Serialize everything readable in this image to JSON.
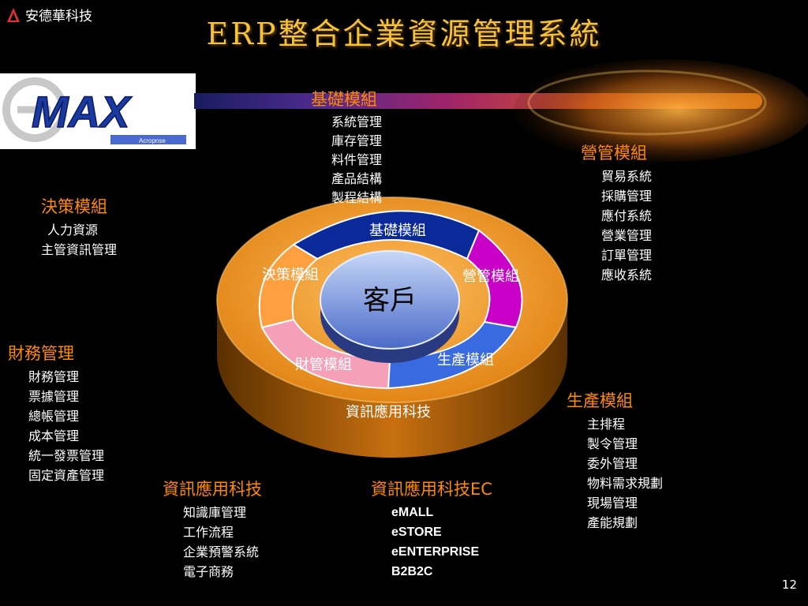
{
  "header": {
    "company": "安德華科技",
    "title": "ERP整合企業資源管理系統"
  },
  "logo": {
    "brand": "MAX",
    "sub": "Acropnse"
  },
  "modules": {
    "basic": {
      "title": "基礎模組",
      "items": [
        "系統管理",
        "庫存管理",
        "料件管理",
        "產品結構",
        "製程結構"
      ]
    },
    "sales": {
      "title": "營管模組",
      "items": [
        "貿易系統",
        "採購管理",
        "應付系統",
        "營業管理",
        "訂單管理",
        "應收系統"
      ]
    },
    "decision": {
      "title": "決策模組",
      "items": [
        "人力資源",
        "主管資訊管理"
      ]
    },
    "finance": {
      "title": "財務管理",
      "items": [
        "財務管理",
        "票據管理",
        "總帳管理",
        "成本管理",
        "統一發票管理",
        "固定資產管理"
      ]
    },
    "production": {
      "title": "生產模組",
      "items": [
        "主排程",
        "製令管理",
        "委外管理",
        "物料需求規劃",
        "現場管理",
        "產能規劃"
      ]
    },
    "it": {
      "title": "資訊應用科技",
      "items": [
        "知識庫管理",
        "工作流程",
        "企業預警系統",
        "電子商務"
      ]
    },
    "itec": {
      "title": "資訊應用科技EC",
      "items": [
        "eMALL",
        "eSTORE",
        "eENTERPRISE",
        "B2B2C"
      ]
    }
  },
  "cycle": {
    "center": "客戶",
    "top": "基礎模組",
    "right": "營管模組",
    "bottom_right": "生產模組",
    "bottom_left": "財管模組",
    "left": "決策模組",
    "base": "資訊應用科技"
  },
  "footer": {
    "page": "12"
  },
  "colors": {
    "title": "#f5c23a",
    "module_heading": "#ff8a00",
    "arrow_blue": "#0a2a9a",
    "arrow_magenta": "#c800c8",
    "arrow_lightblue": "#3a6ae0",
    "arrow_pink": "#f5a0b8",
    "arrow_orange": "#ffa040"
  }
}
